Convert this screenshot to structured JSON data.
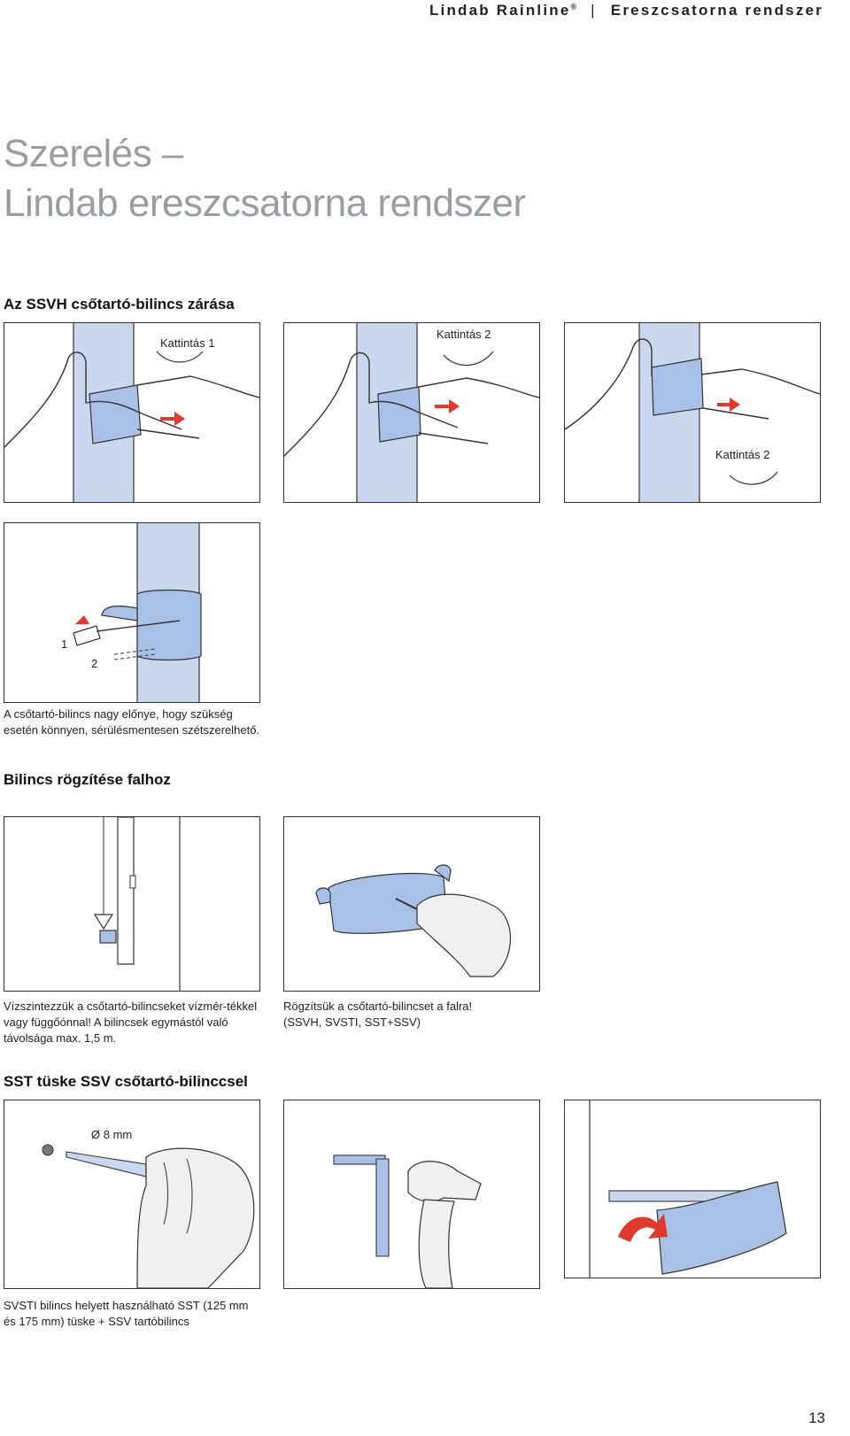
{
  "header": {
    "brand": "Lindab Rainline",
    "reg": "®",
    "separator": "|",
    "product": "Ereszcsatorna rendszer"
  },
  "title": {
    "line1": "Szerelés –",
    "line2": "Lindab ereszcsatorna rendszer"
  },
  "section1": {
    "heading": "Az SSVH csőtartó-bilincs zárása",
    "panel1_label": "Kattintás 1",
    "panel2_label": "Kattintás 2",
    "panel3_label": "Kattintás 2",
    "panel4_num1": "1",
    "panel4_num2": "2",
    "caption": "A csőtartó-bilincs nagy előnye, hogy szükség esetén könnyen, sérülésmentesen szétszerelhető."
  },
  "section2": {
    "heading": "Bilincs rögzítése falhoz",
    "caption_left": "Vízszintezzük a csőtartó-bilincseket vízmér-tékkel vagy függőónnal! A bilincsek egymástól való távolsága max. 1,5 m.",
    "caption_right_line1": "Rögzítsük a csőtartó-bilincset a falra!",
    "caption_right_line2": "(SSVH, SVSTI, SST+SSV)"
  },
  "section3": {
    "heading": "SST tüske SSV csőtartó-bilinccsel",
    "diameter_label": "Ø 8 mm",
    "caption": "SVSTI bilincs helyett használható SST (125 mm és 175 mm) tüske + SSV tartóbilincs"
  },
  "colors": {
    "pipe_blue": "#c9d7ef",
    "clip_blue": "#a9c1e6",
    "arrow_red": "#e03a2f",
    "title_grey": "#9a9da1"
  },
  "page_number": "13"
}
